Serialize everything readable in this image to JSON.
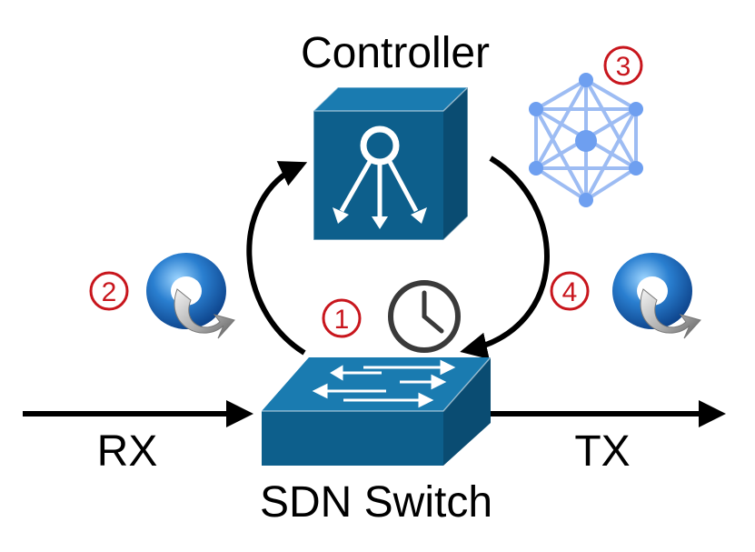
{
  "labels": {
    "controller": "Controller",
    "switch": "SDN Switch",
    "rx": "RX",
    "tx": "TX"
  },
  "steps": [
    "1",
    "2",
    "3",
    "4"
  ],
  "colors": {
    "device": "#0d5f8c",
    "device_dark": "#0a4c72",
    "device_light": "#1a7bb0",
    "graph": "#7aa7f2",
    "step_marker": "#c8161d",
    "arrow": "#000000",
    "clock": "#3a3a3a"
  },
  "icons": [
    "router-controller-icon",
    "network-switch-icon",
    "clock-icon",
    "mesh-graph-icon",
    "packet-process-icon"
  ]
}
